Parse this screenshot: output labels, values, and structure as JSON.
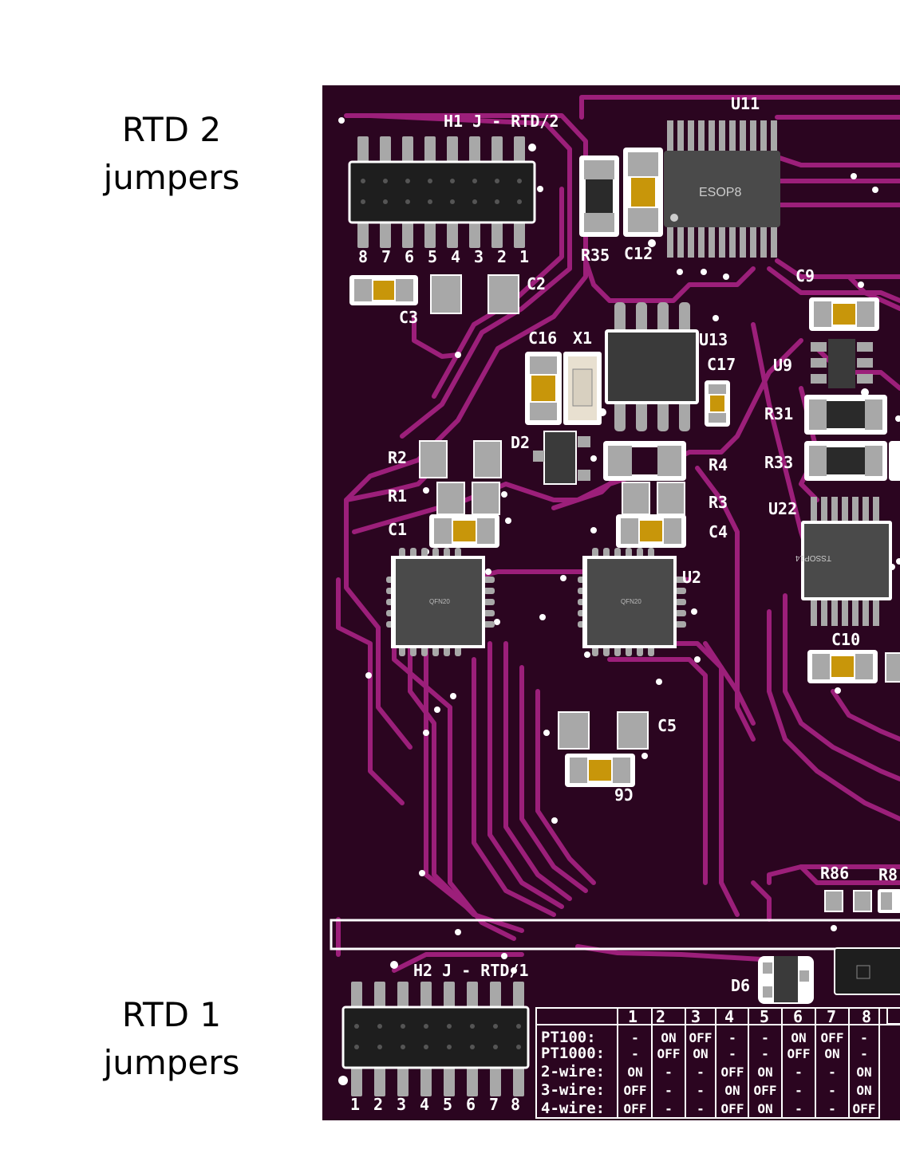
{
  "labels": {
    "rtd2_line1": "RTD 2",
    "rtd2_line2": "jumpers",
    "rtd1_line1": "RTD 1",
    "rtd1_line2": "jumpers"
  },
  "colors": {
    "board": "#2b0520",
    "trace": "#9c1f7a",
    "silkscreen": "#ffffff",
    "pad": "#a8a8a8",
    "component_body": "#4a4a4a",
    "capacitor": "#c8960a"
  },
  "silkscreen": {
    "h1": "H1 J - RTD/2",
    "h1_pins": [
      "8",
      "7",
      "6",
      "5",
      "4",
      "3",
      "2",
      "1"
    ],
    "h2": "H2 J - RTD/1",
    "h2_pins": [
      "1",
      "2",
      "3",
      "4",
      "5",
      "6",
      "7",
      "8"
    ],
    "u11": "U11",
    "esop8": "ESOP8",
    "r35": "R35",
    "c12": "C12",
    "c2": "C2",
    "c3": "C3",
    "c9": "C9",
    "c16": "C16",
    "x1": "X1",
    "u13": "U13",
    "c17": "C17",
    "u9": "U9",
    "r31": "R31",
    "d2": "D2",
    "r2": "R2",
    "r4": "R4",
    "r33": "R33",
    "r1": "R1",
    "r3": "R3",
    "u22": "U22",
    "c1": "C1",
    "c4": "C4",
    "u2": "U2",
    "tssop14": "TSSOP14",
    "qfn20_a": "QFN20",
    "qfn20_b": "QFN20",
    "c10": "C10",
    "c5": "C5",
    "c6": "C6",
    "r86": "R86",
    "r8x": "R8",
    "d6": "D6"
  },
  "jumper_table": {
    "headers": [
      "1",
      "2",
      "3",
      "4",
      "5",
      "6",
      "7",
      "8"
    ],
    "rows": [
      {
        "label": "PT100:",
        "values": [
          "-",
          "ON",
          "OFF",
          "-",
          "-",
          "ON",
          "OFF",
          "-"
        ]
      },
      {
        "label": "PT1000:",
        "values": [
          "-",
          "OFF",
          "ON",
          "-",
          "-",
          "OFF",
          "ON",
          "-"
        ]
      },
      {
        "label": "2-wire:",
        "values": [
          "ON",
          "-",
          "-",
          "OFF",
          "ON",
          "-",
          "-",
          "ON"
        ]
      },
      {
        "label": "3-wire:",
        "values": [
          "OFF",
          "-",
          "-",
          "ON",
          "OFF",
          "-",
          "-",
          "ON"
        ]
      },
      {
        "label": "4-wire:",
        "values": [
          "OFF",
          "-",
          "-",
          "OFF",
          "ON",
          "-",
          "-",
          "OFF"
        ]
      }
    ]
  }
}
